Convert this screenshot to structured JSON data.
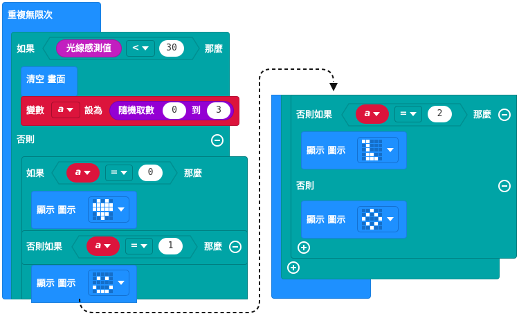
{
  "colors": {
    "loop": "#1e90ff",
    "logic": "#00a4a6",
    "variables": "#dc143c",
    "input": "#c21fc0",
    "math": "#9400d3",
    "basic": "#1e90ff"
  },
  "left": {
    "forever_label": "重複無限次",
    "if_label": "如果",
    "then_label": "那麼",
    "light_sensor": "光線感測值",
    "compare_op": "<",
    "threshold": "30",
    "clear_screen": "清空 畫面",
    "set_label": "變數",
    "var_name": "a",
    "to_label": "設為",
    "random_label": "隨機取數",
    "random_from": "0",
    "random_to_label": "到",
    "random_to": "3",
    "else_label": "否則",
    "inner_if_label": "如果",
    "inner_var": "a",
    "inner_op": "=",
    "inner_val0": "0",
    "inner_then": "那麼",
    "show_label": "顯示 圖示",
    "elseif_label": "否則如果",
    "inner_val1": "1"
  },
  "right": {
    "elseif_label": "否則如果",
    "var": "a",
    "op": "=",
    "val2": "2",
    "then_label": "那麼",
    "show_label": "顯示 圖示",
    "else_label": "否則"
  },
  "icons": {
    "heart": [
      0,
      1,
      0,
      1,
      0,
      1,
      1,
      1,
      1,
      1,
      1,
      1,
      1,
      1,
      1,
      0,
      1,
      1,
      1,
      0,
      0,
      0,
      1,
      0,
      0
    ],
    "smile": [
      0,
      0,
      0,
      0,
      0,
      0,
      1,
      0,
      1,
      0,
      0,
      0,
      0,
      0,
      0,
      1,
      0,
      0,
      0,
      1,
      0,
      1,
      1,
      1,
      0
    ],
    "shape2": [
      1,
      1,
      0,
      0,
      0,
      0,
      1,
      0,
      0,
      0,
      0,
      1,
      0,
      0,
      0,
      0,
      1,
      1,
      0,
      0,
      0,
      1,
      1,
      1,
      0
    ],
    "diamond": [
      0,
      0,
      1,
      0,
      0,
      0,
      1,
      0,
      1,
      0,
      1,
      0,
      0,
      0,
      1,
      0,
      1,
      0,
      1,
      0,
      0,
      0,
      1,
      0,
      0
    ]
  }
}
